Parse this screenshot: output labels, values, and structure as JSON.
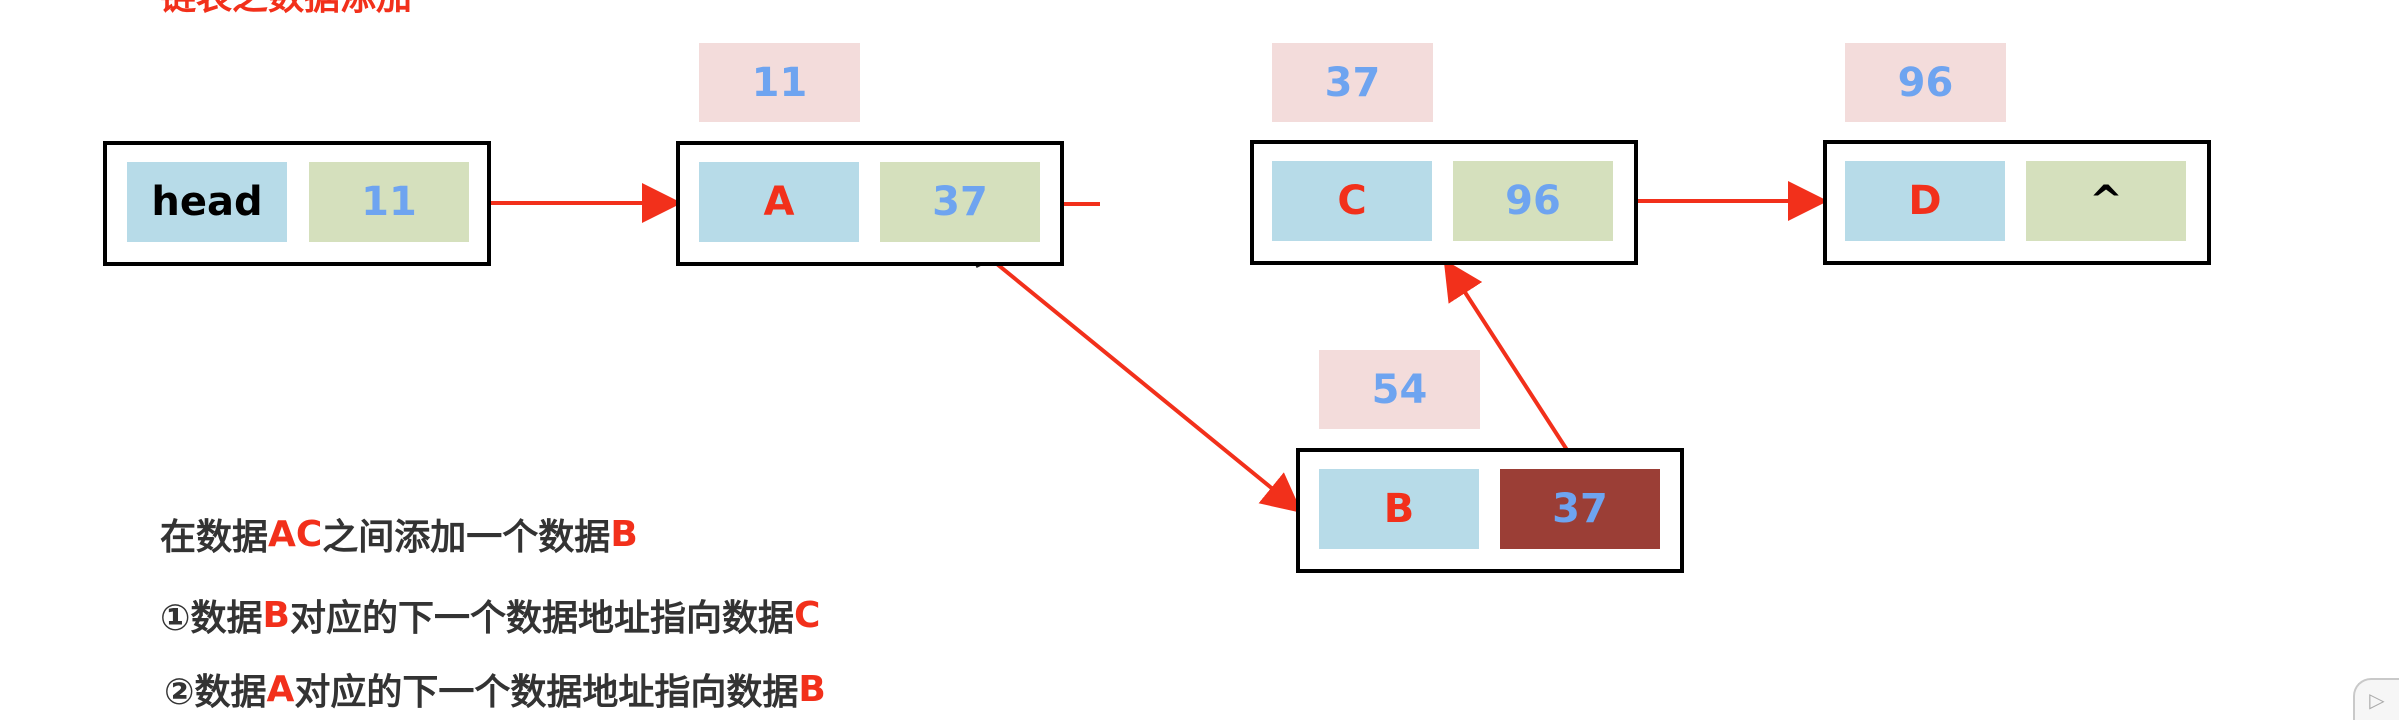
{
  "title": "链表之数据添加",
  "colors": {
    "red": "#f2301b",
    "blue_text": "#6ea4f0",
    "addr_bg": "#f3dcdb",
    "data_bg": "#b7dbe8",
    "ptr_bg": "#d5e0bd",
    "new_ptr_bg": "#9b3e36"
  },
  "nodes": [
    {
      "id": "head",
      "addr": "",
      "data": "head",
      "next": "11"
    },
    {
      "id": "a",
      "addr": "11",
      "data": "A",
      "next": "37"
    },
    {
      "id": "c",
      "addr": "37",
      "data": "C",
      "next": "96"
    },
    {
      "id": "d",
      "addr": "96",
      "data": "D",
      "next": "^"
    },
    {
      "id": "b",
      "addr": "54",
      "data": "B",
      "next": "37"
    }
  ],
  "notes": {
    "line1": {
      "pre": "在数据",
      "hl1": "AC",
      "post": "之间添加一个数据",
      "hl2": "B"
    },
    "line2": {
      "pre": "①数据",
      "hl1": "B",
      "post": "对应的下一个数据地址指向数据",
      "hl2": "C"
    },
    "line3": {
      "pre": "②数据",
      "hl1": "A",
      "post": "对应的下一个数据地址指向数据",
      "hl2": "B"
    }
  },
  "icons": {
    "cursor": "mouse-cursor-icon",
    "corner": "player-corner-icon"
  }
}
